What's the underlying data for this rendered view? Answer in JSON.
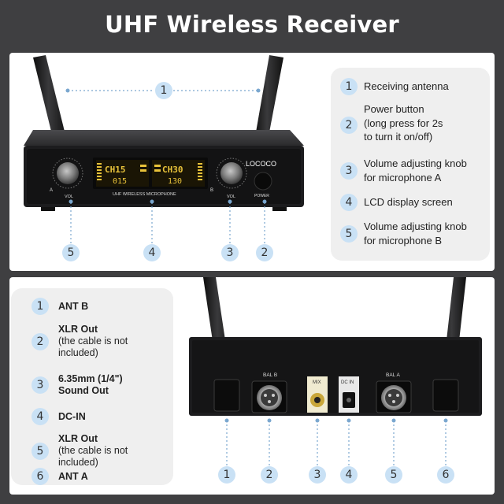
{
  "title": "UHF Wireless Receiver",
  "front": {
    "brand": "LOCOCO",
    "model_label": "UHF WIRELESS MICROPHONE",
    "vol_label_a": "VOL",
    "vol_label_b": "VOL",
    "side_a": "A",
    "side_b": "B",
    "power_label": "POWER",
    "lcd": {
      "ch_a": "CH15",
      "ch_b": "CH30",
      "val_a": "015",
      "val_b": "130"
    },
    "markers": [
      "1",
      "5",
      "4",
      "3",
      "2"
    ],
    "callouts": [
      {
        "num": "1",
        "text": "Receiving antenna"
      },
      {
        "num": "2",
        "text": "Power button",
        "sub1": "(long press for 2s",
        "sub2": "to turn it on/off)"
      },
      {
        "num": "3",
        "text": "Volume adjusting knob",
        "sub1": "for microphone A"
      },
      {
        "num": "4",
        "text": "LCD display screen"
      },
      {
        "num": "5",
        "text": "Volume adjusting knob",
        "sub1": "for microphone B"
      }
    ]
  },
  "back": {
    "port_labels": {
      "bal_b": "BAL B",
      "mix": "MIX",
      "dc_in": "DC IN",
      "bal_a": "BAL A"
    },
    "markers": [
      "1",
      "2",
      "3",
      "4",
      "5",
      "6"
    ],
    "callouts": [
      {
        "num": "1",
        "text": "ANT B"
      },
      {
        "num": "2",
        "text": "XLR Out",
        "sub1": "(the cable is not",
        "sub2": "included)"
      },
      {
        "num": "3",
        "text": "6.35mm (1/4\")",
        "sub1": "Sound Out"
      },
      {
        "num": "4",
        "text": "DC-IN"
      },
      {
        "num": "5",
        "text": "XLR Out",
        "sub1": "(the cable is not",
        "sub2": "included)"
      },
      {
        "num": "6",
        "text": "ANT A"
      }
    ]
  },
  "colors": {
    "background": "#3f3f41",
    "panel": "#ffffff",
    "callout_bg": "#efefef",
    "badge": "#c9e1f5",
    "lcd": "#e8c23a",
    "device": "#1c1c1e",
    "dashed": "#7aa7cf"
  }
}
